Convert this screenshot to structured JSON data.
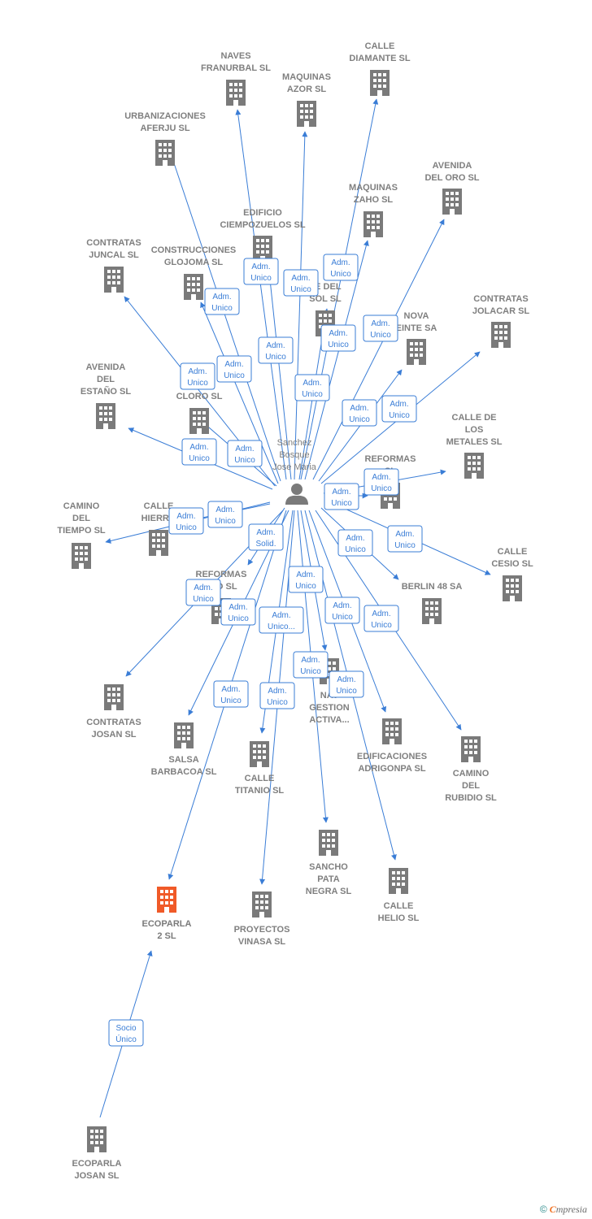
{
  "colors": {
    "edge": "#3a7dd6",
    "building": "#7a7a7a",
    "highlight": "#f05a28",
    "text": "#7f7f7f"
  },
  "person": {
    "name_lines": [
      "Sanchez",
      "Bosque",
      "Jose Maria"
    ],
    "icon": "person-icon"
  },
  "companies": [
    {
      "id": "naves",
      "lines": [
        "NAVES",
        "FRANURBAL SL"
      ]
    },
    {
      "id": "maquinas-azor",
      "lines": [
        "MAQUINAS",
        "AZOR  SL"
      ]
    },
    {
      "id": "calle-diamante",
      "lines": [
        "CALLE",
        "DIAMANTE SL"
      ]
    },
    {
      "id": "urbanizaciones",
      "lines": [
        "URBANIZACIONES",
        "AFERJU SL"
      ]
    },
    {
      "id": "avenida-oro",
      "lines": [
        "AVENIDA",
        "DEL ORO SL"
      ]
    },
    {
      "id": "maquinas-zaho",
      "lines": [
        "MAQUINAS",
        "ZAHO  SL"
      ]
    },
    {
      "id": "edificio",
      "lines": [
        "EDIFICIO",
        "CIEMPOZUELOS SL"
      ]
    },
    {
      "id": "contratas-juncal",
      "lines": [
        "CONTRATAS",
        "JUNCAL SL"
      ]
    },
    {
      "id": "construcciones",
      "lines": [
        "CONSTRUCCIONES",
        "GLOJOMA SL"
      ]
    },
    {
      "id": "calle-del-sol",
      "lines": [
        "LE DEL",
        "SOL SL"
      ]
    },
    {
      "id": "contratas-jolacar",
      "lines": [
        "CONTRATAS",
        "JOLACAR SL"
      ]
    },
    {
      "id": "nova",
      "lines": [
        "NOVA",
        "EINTE SA"
      ]
    },
    {
      "id": "avenida-estano",
      "lines": [
        "AVENIDA",
        "DEL",
        "ESTAÑO SL"
      ]
    },
    {
      "id": "cloro",
      "lines": [
        "CLORO SL"
      ]
    },
    {
      "id": "calle-metales",
      "lines": [
        "CALLE DE",
        "LOS",
        "METALES SL"
      ]
    },
    {
      "id": "reformas-1",
      "lines": [
        "REFORMAS",
        "SL"
      ]
    },
    {
      "id": "camino-tiempo",
      "lines": [
        "CAMINO",
        "DEL",
        "TIEMPO SL"
      ]
    },
    {
      "id": "calle-hierro",
      "lines": [
        "CALLE",
        "HIERRO"
      ]
    },
    {
      "id": "calle-cesio",
      "lines": [
        "CALLE",
        "CESIO SL"
      ]
    },
    {
      "id": "reformas-2",
      "lines": [
        "REFORMAS",
        "EJO SL"
      ]
    },
    {
      "id": "berlin",
      "lines": [
        "BERLIN 48 SA"
      ]
    },
    {
      "id": "contratas-josan",
      "lines": [
        "CONTRATAS",
        "JOSAN  SL"
      ]
    },
    {
      "id": "salsa",
      "lines": [
        "SALSA",
        "BARBACOA SL"
      ]
    },
    {
      "id": "calle-titanio",
      "lines": [
        "CALLE",
        "TITANIO SL"
      ]
    },
    {
      "id": "nav-gestion",
      "lines": [
        "NAV",
        "GESTION",
        "ACTIVA..."
      ]
    },
    {
      "id": "edificaciones",
      "lines": [
        "EDIFICACIONES",
        "ADRIGONPA SL"
      ]
    },
    {
      "id": "camino-rubidio",
      "lines": [
        "CAMINO",
        "DEL",
        "RUBIDIO SL"
      ]
    },
    {
      "id": "sancho",
      "lines": [
        "SANCHO",
        "PATA",
        "NEGRA  SL"
      ]
    },
    {
      "id": "calle-helio",
      "lines": [
        "CALLE",
        "HELIO SL"
      ]
    },
    {
      "id": "ecoparla2",
      "lines": [
        "ECOPARLA",
        "2  SL"
      ],
      "highlight": true
    },
    {
      "id": "proyectos",
      "lines": [
        "PROYECTOS",
        "VINASA SL"
      ]
    },
    {
      "id": "ecoparla-josan",
      "lines": [
        "ECOPARLA",
        "JOSAN  SL"
      ]
    }
  ],
  "roles": [
    {
      "lines": [
        "Adm.",
        "Unico"
      ]
    },
    {
      "lines": [
        "Adm.",
        "Unico"
      ]
    },
    {
      "lines": [
        "Adm.",
        "Unico"
      ]
    },
    {
      "lines": [
        "Adm.",
        "Unico"
      ]
    },
    {
      "lines": [
        "Adm.",
        "Unico"
      ]
    },
    {
      "lines": [
        "Adm.",
        "Unico"
      ]
    },
    {
      "lines": [
        "Adm.",
        "Unico"
      ]
    },
    {
      "lines": [
        "Adm.",
        "Unico"
      ]
    },
    {
      "lines": [
        "Adm.",
        "Unico"
      ]
    },
    {
      "lines": [
        "Adm.",
        "Unico"
      ]
    },
    {
      "lines": [
        "Adm.",
        "Unico"
      ]
    },
    {
      "lines": [
        "Adm.",
        "Unico"
      ]
    },
    {
      "lines": [
        "Adm.",
        "Unico"
      ]
    },
    {
      "lines": [
        "Adm.",
        "Unico"
      ]
    },
    {
      "lines": [
        "Adm.",
        "Unico"
      ]
    },
    {
      "lines": [
        "Adm.",
        "Unico"
      ]
    },
    {
      "lines": [
        "Adm.",
        "Unico"
      ]
    },
    {
      "lines": [
        "Adm.",
        "Unico"
      ]
    },
    {
      "lines": [
        "Adm.",
        "Unico"
      ]
    },
    {
      "lines": [
        "Adm.",
        "Solid."
      ]
    },
    {
      "lines": [
        "Adm.",
        "Unico"
      ]
    },
    {
      "lines": [
        "Adm.",
        "Unico"
      ]
    },
    {
      "lines": [
        "Adm.",
        "Unico"
      ]
    },
    {
      "lines": [
        "Adm.",
        "Unico..."
      ]
    },
    {
      "lines": [
        "Adm.",
        "Unico"
      ]
    },
    {
      "lines": [
        "Adm.",
        "Unico"
      ]
    },
    {
      "lines": [
        "Adm.",
        "Unico"
      ]
    },
    {
      "lines": [
        "Adm.",
        "Unico"
      ]
    },
    {
      "lines": [
        "Adm.",
        "Unico"
      ]
    },
    {
      "lines": [
        "Adm.",
        "Unico"
      ]
    },
    {
      "lines": [
        "Adm.",
        "Unico"
      ]
    },
    {
      "lines": [
        "Socio",
        "Único"
      ]
    }
  ],
  "footer": {
    "copyright": "©",
    "brand_initial": "C",
    "brand_rest": "mpresia"
  }
}
